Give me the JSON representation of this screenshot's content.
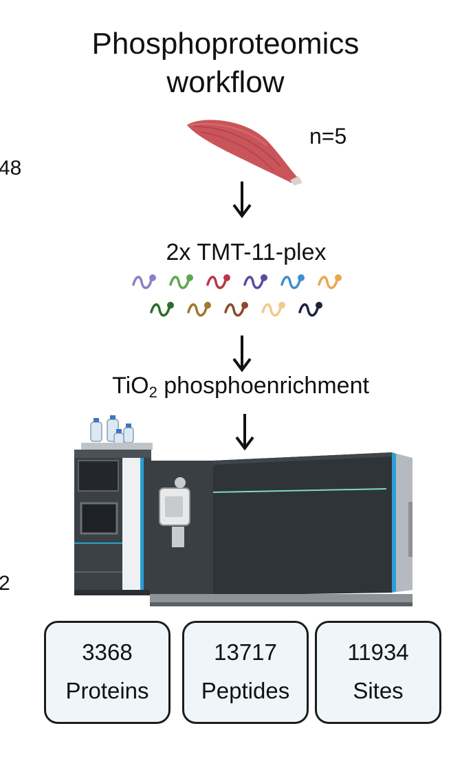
{
  "title_line1": "Phosphoproteomics",
  "title_line2": "workflow",
  "sample_count": "n=5",
  "edge_label_top": "48",
  "edge_label_bottom": "2",
  "step_labeling": "2x TMT-11-plex",
  "step_enrichment_prefix": "TiO",
  "step_enrichment_subscript": "2",
  "step_enrichment_suffix": " phosphoenrichment",
  "tag_colors_row1": [
    "#8d7fc7",
    "#5aa84e",
    "#b8364a",
    "#5a4a9e",
    "#3f8fcf",
    "#e8a850"
  ],
  "tag_colors_row2": [
    "#2f6b2a",
    "#a0782e",
    "#8a4a2a",
    "#f2c98a",
    "#1e2240"
  ],
  "results": [
    {
      "value": "3368",
      "label": "Proteins"
    },
    {
      "value": "13717",
      "label": "Peptides"
    },
    {
      "value": "11934",
      "label": "Sites"
    }
  ],
  "icons": [
    "muscle-icon",
    "down-arrow-icon",
    "peptide-tag-icon",
    "mass-spectrometer-icon"
  ]
}
